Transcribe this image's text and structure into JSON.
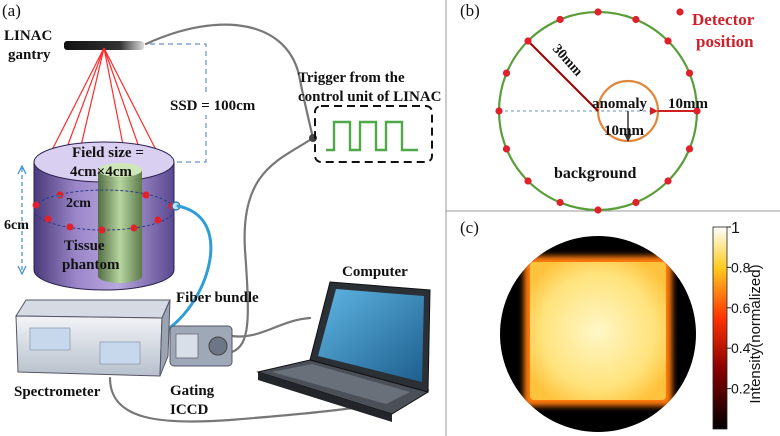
{
  "panel_labels": {
    "a": "(a)",
    "b": "(b)",
    "c": "(c)"
  },
  "panel_a": {
    "linac_line1": "LINAC",
    "linac_line2": "gantry",
    "ssd": "SSD = 100cm",
    "trigger_line1": "Trigger from the",
    "trigger_line2": "control unit of LINAC",
    "field_line1": "Field size =",
    "field_line2": "4cm×4cm",
    "dim_2cm": "2cm",
    "dim_6cm": "6cm",
    "tissue_line1": "Tissue",
    "tissue_line2": "phantom",
    "computer": "Computer",
    "fiber": "Fiber bundle",
    "spectrometer": "Spectrometer",
    "gating_line1": "Gating",
    "gating_line2": "ICCD"
  },
  "panel_b": {
    "legend_line1": "Detector",
    "legend_line2": "position",
    "radius": "30mm",
    "anomaly": "anomaly",
    "anomaly_offset": "10mm",
    "anomaly_size": "10mm",
    "background": "background",
    "detector_count": 16
  },
  "panel_c": {
    "colorbar_label": "Intensity(normalized)",
    "ticks": [
      "1",
      "0.8",
      "0.6",
      "0.4",
      "0.2"
    ],
    "tick_values": [
      1,
      0.8,
      0.6,
      0.4,
      0.2
    ]
  },
  "colors": {
    "beam": "#ff2a2a",
    "detector": "#e0202a",
    "ring": "#5a9e3a",
    "anomaly": "#e0873a",
    "trigger": "#4fa84a",
    "legend": "#d0202a"
  }
}
